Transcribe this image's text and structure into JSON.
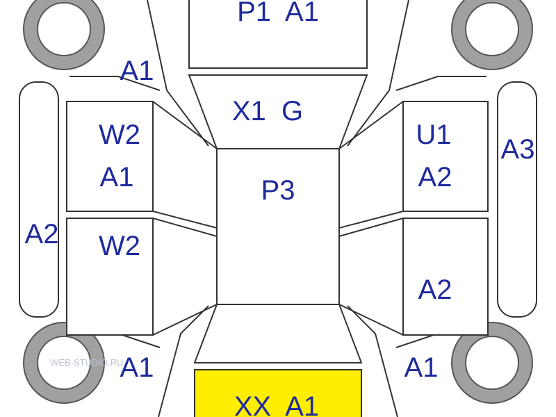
{
  "labels": {
    "roof_front": "P1  A1",
    "windshield": "X1  G",
    "center": "P3",
    "left_front_door": "W2",
    "left_front_door_2": "A1",
    "left_rear_door": "W2",
    "right_front_door": "U1",
    "right_front_door_2": "A2",
    "right_rear_door": "A2",
    "left_sill": "A2",
    "right_sill": "A3",
    "left_front_fender": "A1",
    "left_rear_fender": "A1",
    "right_rear_fender": "A1",
    "rear_bumper": "XX  A1"
  },
  "watermark": "WEB-STUDIO.RU",
  "colors": {
    "label": "#1e2a9c",
    "highlight": "#ffee00",
    "tire": "#a0a0a0",
    "outline": "#333333"
  }
}
